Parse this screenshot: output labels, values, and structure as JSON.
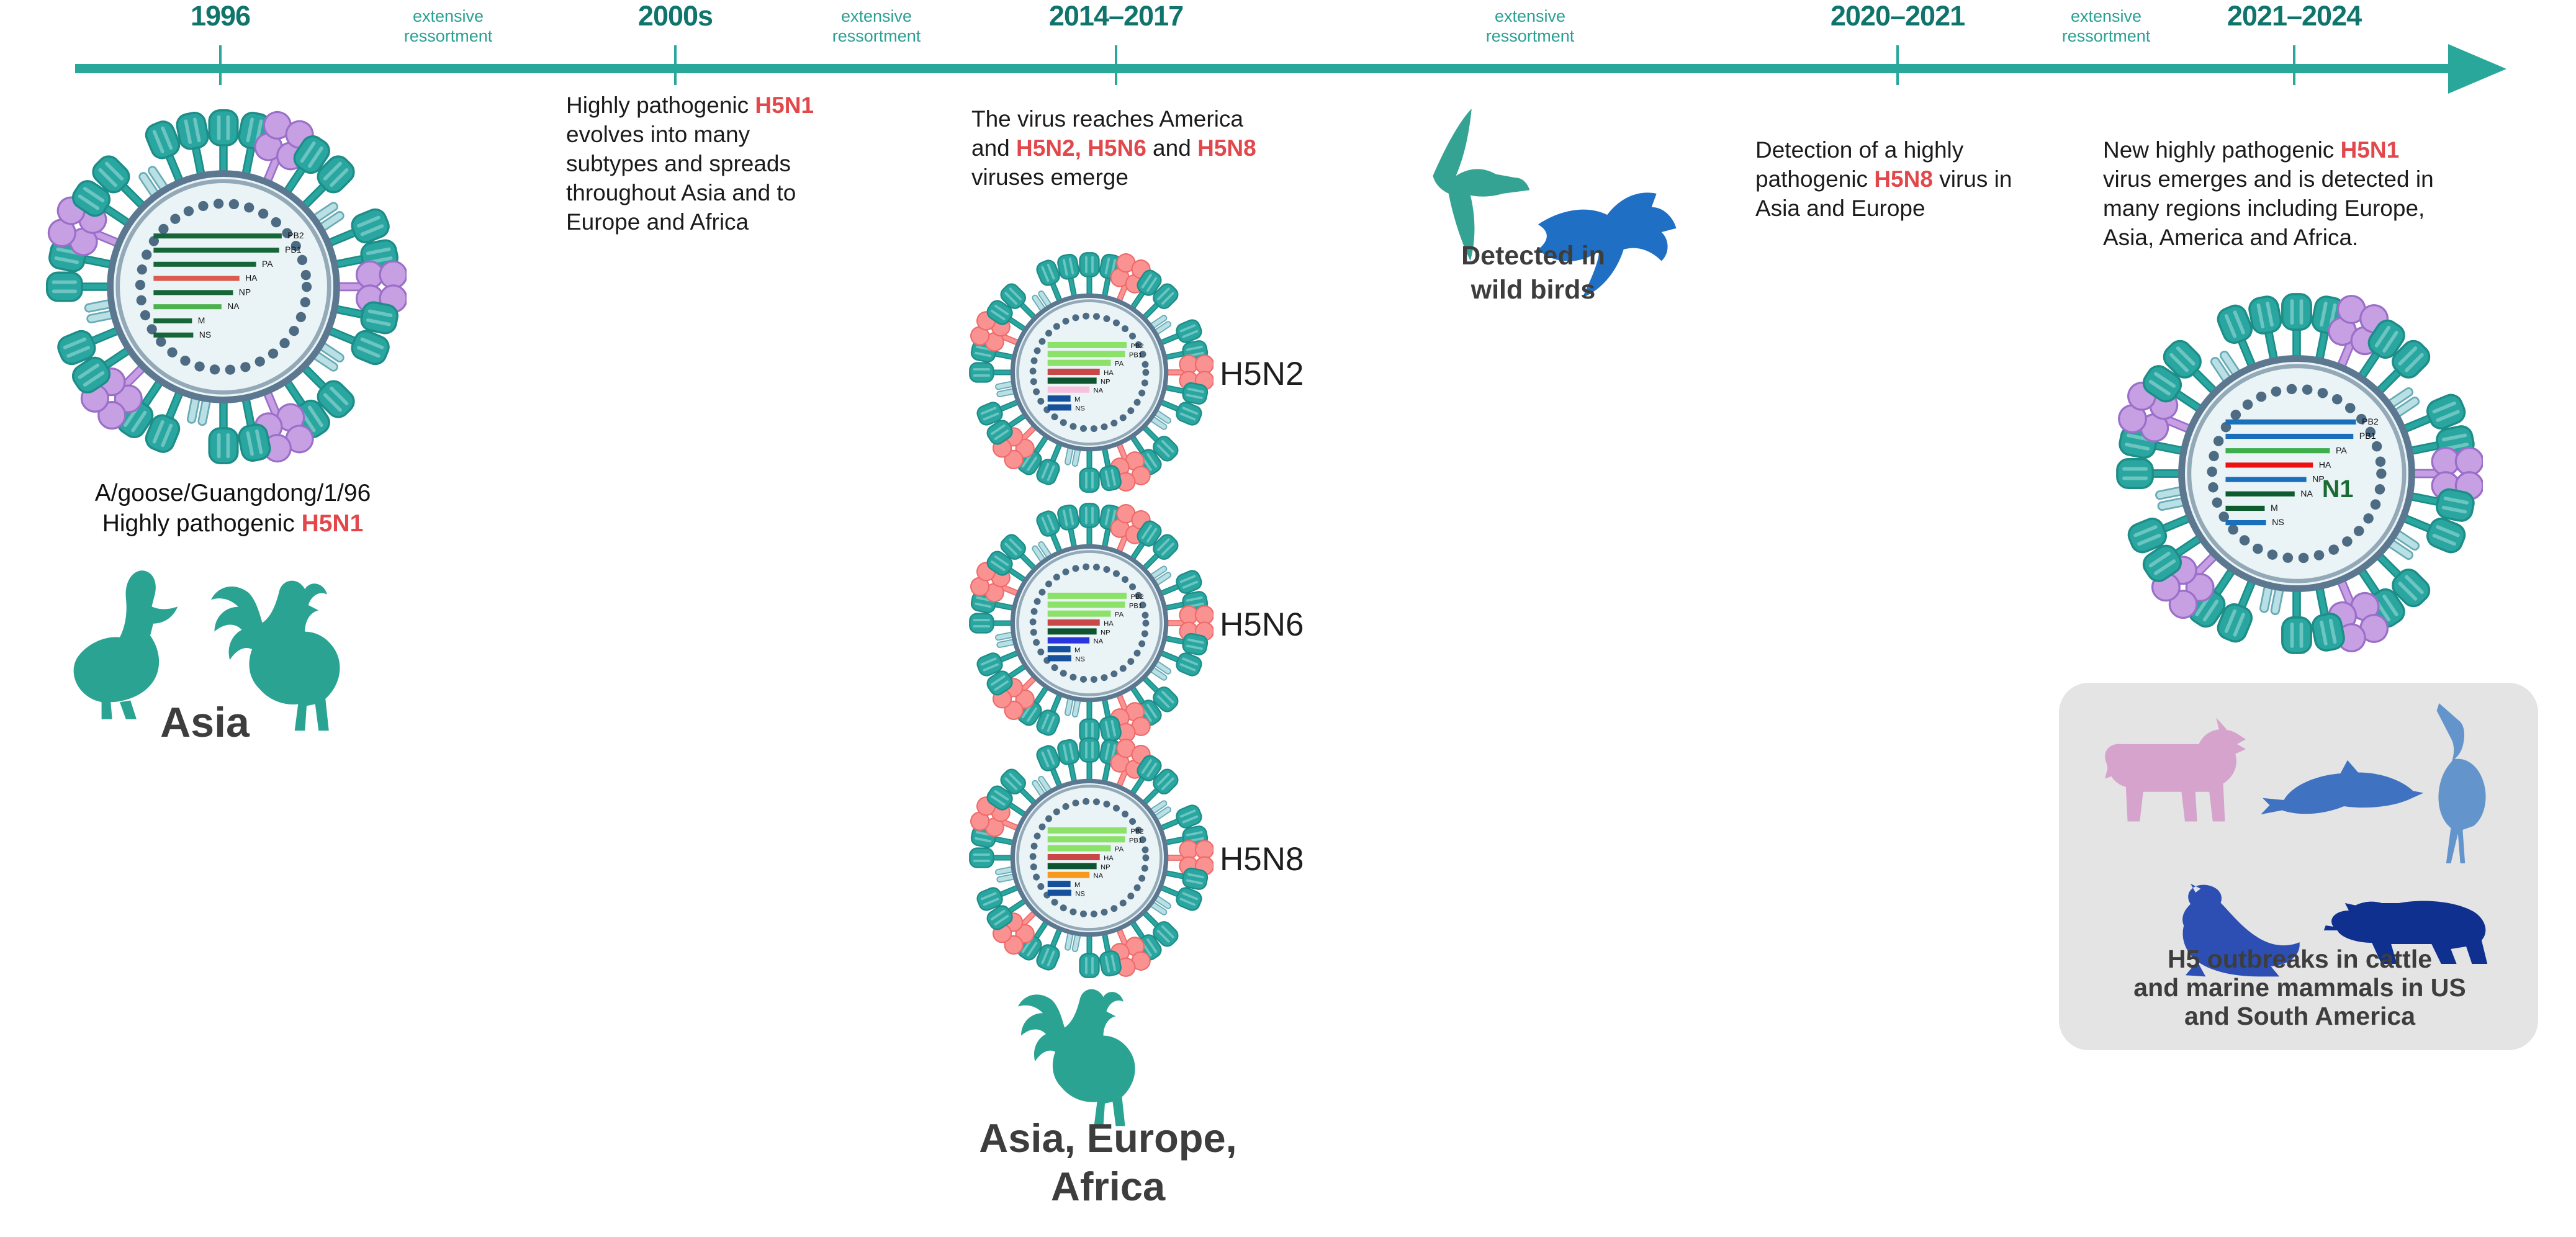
{
  "colors": {
    "timeline_teal": "#2aa79b",
    "timeline_dark": "#0f756c",
    "red_accent": "#e2474b",
    "body_text": "#1b1b1b",
    "label_gray": "#3d3d3d",
    "poultry_teal": "#2aa392",
    "wild_teal": "#35a393",
    "wild_blue": "#1f6fc4",
    "cow_pink": "#d5a3cc",
    "dolphin_blue": "#3f72c1",
    "heron_blue": "#6394cc",
    "seal_blue": "#2d4fb3",
    "bear_navy": "#10308f",
    "box_gray": "#e4e4e4",
    "n1_green": "#1b6b35"
  },
  "timeline": {
    "dates": [
      "1996",
      "2000s",
      "2014–2017",
      "2020–2021",
      "2021–2024"
    ],
    "reassortment": {
      "line1": "extensive",
      "line2": "ressortment"
    }
  },
  "era1996": {
    "strain_line": "A/goose/Guangdong/1/96",
    "caption_runs": [
      {
        "t": "Highly pathogenic "
      },
      {
        "t": "H5N1",
        "red": true
      }
    ],
    "region": "Asia"
  },
  "era2000s": {
    "paragraph_runs": [
      {
        "t": "Highly pathogenic "
      },
      {
        "t": "H5N1",
        "red": true
      },
      {
        "t": " evolves into many subtypes and spreads throughout Asia and to Europe and Africa"
      }
    ]
  },
  "era2014": {
    "paragraph_runs": [
      {
        "t": "The virus reaches America and "
      },
      {
        "t": "H5N2, H5N6",
        "red": true
      },
      {
        "t": " and "
      },
      {
        "t": "H5N8",
        "red": true
      },
      {
        "t": " viruses emerge"
      }
    ],
    "virus_labels": [
      "H5N2",
      "H5N6",
      "H5N8"
    ],
    "region_line1": "Asia, Europe,",
    "region_line2": "Africa"
  },
  "wild_birds": {
    "caption_line1": "Detected in",
    "caption_line2": "wild birds"
  },
  "era2020": {
    "paragraph_runs": [
      {
        "t": "Detection of a highly pathogenic "
      },
      {
        "t": "H5N8",
        "red": true
      },
      {
        "t": " virus in Asia and Europe"
      }
    ]
  },
  "era2024": {
    "paragraph_runs": [
      {
        "t": "New highly pathogenic "
      },
      {
        "t": "H5N1",
        "red": true
      },
      {
        "t": " virus emerges and is detected in many regions including Europe, Asia, America and Africa."
      }
    ],
    "outbreak_line1": "H5 outbreaks in cattle",
    "outbreak_line2": "and marine mammals in US",
    "outbreak_line3": "and South America"
  },
  "viruses": {
    "v1996": {
      "accent": "#c79fe3",
      "accent_stroke": "#9b6fc9",
      "segments": [
        {
          "label": "PB2",
          "color": "#176639",
          "len": 1
        },
        {
          "label": "PB1",
          "color": "#176639",
          "len": 0.98
        },
        {
          "label": "PA",
          "color": "#176639",
          "len": 0.8
        },
        {
          "label": "HA",
          "color": "#db5a52",
          "len": 0.67
        },
        {
          "label": "NP",
          "color": "#176639",
          "len": 0.62
        },
        {
          "label": "NA",
          "color": "#4cb24e",
          "len": 0.53
        },
        {
          "label": "M",
          "color": "#176639",
          "len": 0.3
        },
        {
          "label": "NS",
          "color": "#176639",
          "len": 0.31
        }
      ]
    },
    "h5n2": {
      "accent": "#fb9292",
      "accent_stroke": "#ef6a6a",
      "segments": [
        {
          "label": "PB2",
          "color": "#8ce169",
          "len": 1
        },
        {
          "label": "PB1",
          "color": "#8ce169",
          "len": 0.98
        },
        {
          "label": "PA",
          "color": "#8ce169",
          "len": 0.8
        },
        {
          "label": "HA",
          "color": "#c94747",
          "len": 0.66
        },
        {
          "label": "NP",
          "color": "#0f5430",
          "len": 0.62
        },
        {
          "label": "NA",
          "color": "#f7c0dc",
          "len": 0.53
        },
        {
          "label": "M",
          "color": "#15509c",
          "len": 0.29
        },
        {
          "label": "NS",
          "color": "#15509c",
          "len": 0.3
        }
      ]
    },
    "h5n6": {
      "accent": "#fb9292",
      "accent_stroke": "#ef6a6a",
      "segments": [
        {
          "label": "PB2",
          "color": "#8ce169",
          "len": 1
        },
        {
          "label": "PB1",
          "color": "#8ce169",
          "len": 0.98
        },
        {
          "label": "PA",
          "color": "#8ce169",
          "len": 0.8
        },
        {
          "label": "HA",
          "color": "#c94747",
          "len": 0.66
        },
        {
          "label": "NP",
          "color": "#0f5430",
          "len": 0.62
        },
        {
          "label": "NA",
          "color": "#2b35dd",
          "len": 0.53
        },
        {
          "label": "M",
          "color": "#15509c",
          "len": 0.29
        },
        {
          "label": "NS",
          "color": "#15509c",
          "len": 0.3
        }
      ]
    },
    "h5n8": {
      "accent": "#fb9292",
      "accent_stroke": "#ef6a6a",
      "segments": [
        {
          "label": "PB2",
          "color": "#8ce169",
          "len": 1
        },
        {
          "label": "PB1",
          "color": "#8ce169",
          "len": 0.98
        },
        {
          "label": "PA",
          "color": "#8ce169",
          "len": 0.8
        },
        {
          "label": "HA",
          "color": "#c94747",
          "len": 0.66
        },
        {
          "label": "NP",
          "color": "#0f5430",
          "len": 0.62
        },
        {
          "label": "NA",
          "color": "#f8991d",
          "len": 0.53
        },
        {
          "label": "M",
          "color": "#15509c",
          "len": 0.29
        },
        {
          "label": "NS",
          "color": "#15509c",
          "len": 0.3
        }
      ]
    },
    "v2024": {
      "accent": "#c79fe3",
      "accent_stroke": "#9b6fc9",
      "inner_label": "N1",
      "inner_label_color": "#1b6b35",
      "segments": [
        {
          "label": "PB2",
          "color": "#1a6fbd",
          "len": 1
        },
        {
          "label": "PB1",
          "color": "#1a6fbd",
          "len": 0.98
        },
        {
          "label": "PA",
          "color": "#3faf4c",
          "len": 0.8
        },
        {
          "label": "HA",
          "color": "#ee1111",
          "len": 0.67
        },
        {
          "label": "NP",
          "color": "#1a6fbd",
          "len": 0.62
        },
        {
          "label": "NA",
          "color": "#0e5b30",
          "len": 0.53
        },
        {
          "label": "M",
          "color": "#0e5b30",
          "len": 0.3
        },
        {
          "label": "NS",
          "color": "#1a6fbd",
          "len": 0.31
        }
      ]
    }
  }
}
